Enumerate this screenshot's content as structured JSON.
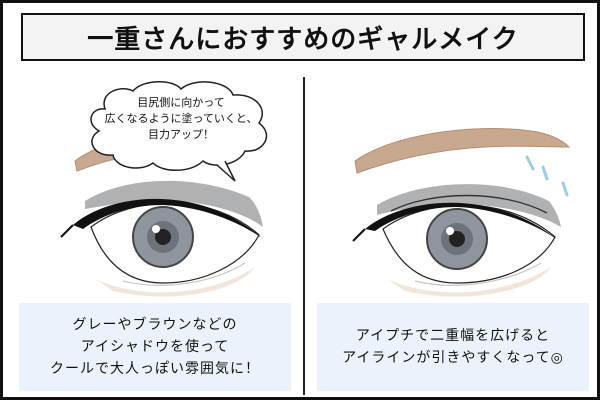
{
  "title": "一重さんにおすすめのギャルメイク",
  "left_panel": {
    "bubble_lines": [
      "目尻側に向かって",
      "広くなるように塗っていくと、",
      "目力アップ！"
    ],
    "caption_lines": [
      "グレーやブラウンなどの",
      "アイシャドウを使って",
      "クールで大人っぽい雰囲気に！"
    ],
    "eyeshadow_color": "#a7a9ab",
    "brow_color": "#c8a88e"
  },
  "right_panel": {
    "caption_lines": [
      "アイプチで二重幅を広げると",
      "アイラインが引きやすくなって◎"
    ],
    "accent_color": "#9ecde8",
    "brow_color": "#c8a88e"
  },
  "caption_bg": "#eaf3fb",
  "iris_color": "#8f959c"
}
